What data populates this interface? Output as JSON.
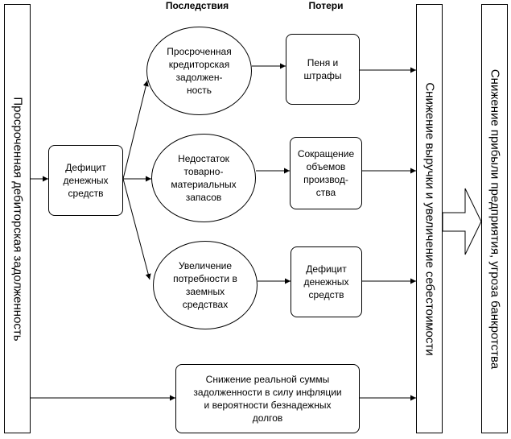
{
  "headers": {
    "consequences": "Последствия",
    "losses": "Потери"
  },
  "columns": {
    "left": "Просроченная дебиторская задолженность",
    "middle": "Снижение выручки и увеличение себестоимости",
    "right": "Снижение прибыли предприятия, угроза банкротства"
  },
  "nodes": {
    "deficit_main": "Дефицит\nденежных\nсредств",
    "ellipse_overdue_payables": "Просроченная\nкредиторская\nзадолжен-\nность",
    "ellipse_inventory_shortage": "Недостаток\nтоварно-\nматериальных\nзапасов",
    "ellipse_borrowed_funds": "Увеличение\nпотребности в\nзаемных\nсредствах",
    "loss_penalties": "Пеня и\nштрафы",
    "loss_production_cut": "Сокращение\nобъемов\nпроизвод-\nства",
    "loss_cash_deficit": "Дефицит\nденежных\nсредств",
    "inflation_box": "Снижение реальной суммы\nзадолженности в силу инфляции\nи вероятности безнадежных\nдолгов"
  }
}
